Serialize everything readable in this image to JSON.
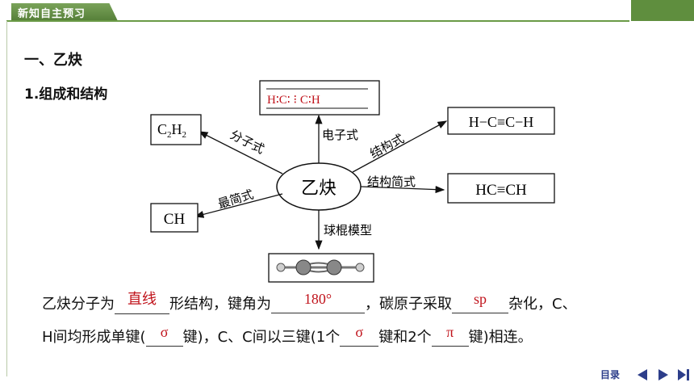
{
  "header": {
    "tab_label": "新知自主预习"
  },
  "section_title": "一、乙炔",
  "subsection_title": "1.组成和结构",
  "diagram": {
    "center": "乙炔",
    "electron_formula": "H∶C∶ ⁝ C∶H",
    "label_electron": "电子式",
    "structural_formula": "H−C≡C−H",
    "label_structural": "结构式",
    "condensed_formula": "HC≡CH",
    "label_condensed": "结构简式",
    "molecular_formula_base": "C",
    "molecular_sub1": "2",
    "molecular_h": "H",
    "molecular_sub2": "2",
    "label_molecular": "分子式",
    "empirical_formula": "CH",
    "label_empirical": "最简式",
    "label_ballstick": "球棍模型"
  },
  "paragraph": {
    "l1_a": "乙炔分子为",
    "ans_shape": "直线",
    "l1_b": "形结构，键角为",
    "ans_angle": "180°",
    "l1_c": "，碳原子采取",
    "ans_hybrid": "sp",
    "l1_d": "杂化，C、",
    "l2_a": "H间均形成单键(",
    "ans_sigma1": "σ",
    "l2_b": "键)，C、C间以三键(1个",
    "ans_sigma2": "σ",
    "l2_c": "键和2个",
    "ans_pi": "π",
    "l2_d": "键)相连。"
  },
  "nav": {
    "toc_label": "目录"
  }
}
